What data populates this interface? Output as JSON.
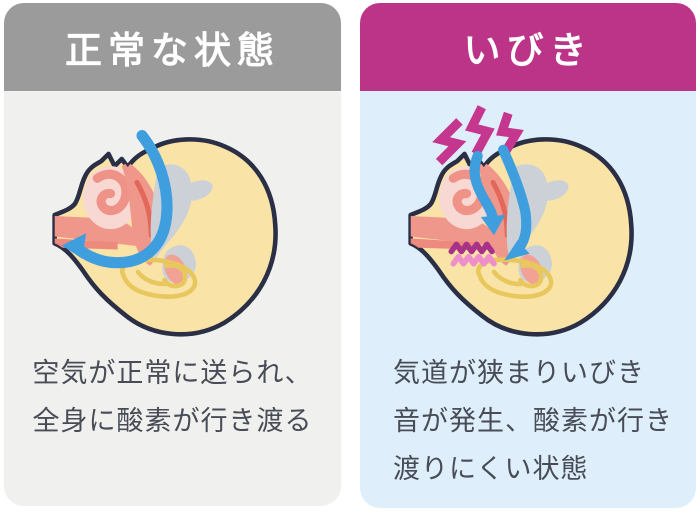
{
  "infographic": {
    "panels": [
      {
        "id": "normal",
        "title": "正常な状態",
        "header_color": "#9b9b9b",
        "body_color": "#f0f0ee",
        "caption_lines": [
          "空気が正常に送られ、",
          "全身に酸素が行き渡る"
        ],
        "caption": "空気が正常に送られ、全身に酸素が行き渡る"
      },
      {
        "id": "snoring",
        "title": "いびき",
        "header_color": "#bc3488",
        "body_color": "#dfeefb",
        "caption_lines": [
          "気道が狭まりいびき",
          "音が発生、酸素が行き",
          "渡りにくい状態"
        ],
        "caption": "気道が狭まりいびき音が発生、酸素が行き渡りにくい状態"
      }
    ],
    "colors": {
      "background": "#ffffff",
      "normal_header": "#9b9b9b",
      "normal_body": "#f0f0ee",
      "snoring_header": "#bc3488",
      "snoring_body": "#dfeefb",
      "header_text": "#ffffff",
      "caption_text": "#474c56",
      "skin": "#f9e3a7",
      "outline": "#2a2f45",
      "airway_salmon": "#f0978b",
      "nasal_pink": "#f8d8d3",
      "deep_red": "#e3685c",
      "bone_gray": "#ccd1d8",
      "ear_yellow": "#e8c85e",
      "airflow_blue": "#3f9edd",
      "vibration_magenta": "#c5368e",
      "throat_wave_dark": "#a93289",
      "throat_wave_light": "#ee8fcb"
    }
  }
}
